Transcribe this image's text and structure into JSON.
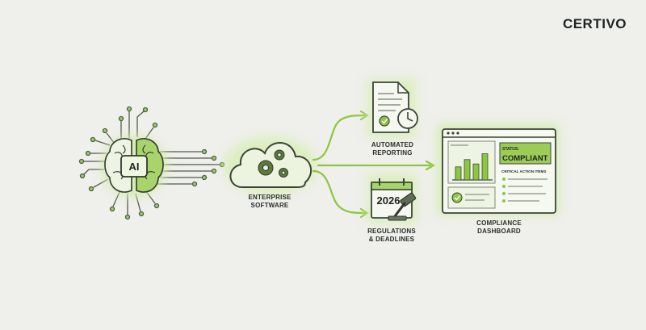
{
  "brand": {
    "name": "CERTIVO"
  },
  "chip": {
    "label": "AI"
  },
  "cloud": {
    "line1": "ENTERPRISE",
    "line2": "SOFTWARE"
  },
  "reporting": {
    "line1": "AUTOMATED",
    "line2": "REPORTING"
  },
  "regulations": {
    "year": "2026",
    "line1": "REGULATIONS",
    "line2": "& DEADLINES"
  },
  "dashboard": {
    "status_label": "STATUS:",
    "status_value": "COMPLIANT",
    "actions_label": "CRITICAL ACTION ITEMS",
    "line1": "COMPLIANCE",
    "line2": "DASHBOARD",
    "bar_levels": [
      0.45,
      0.7,
      0.55,
      0.9
    ]
  },
  "colors": {
    "accent": "#8dc63f",
    "accent_light": "#cfe8a5",
    "glow": "#dff0c0",
    "ink": "#24302a",
    "background": "#efefeb"
  }
}
